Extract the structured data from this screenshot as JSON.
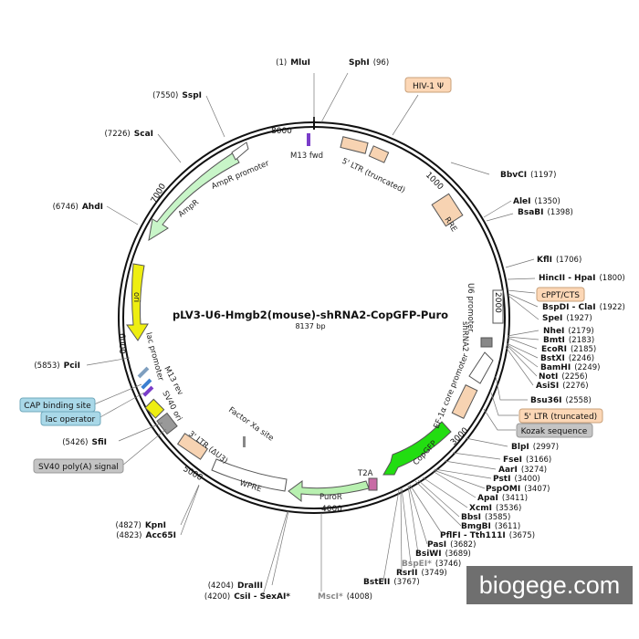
{
  "title": "pLV3-U6-Hmgb2(mouse)-shRNA2-CopGFP-Puro",
  "subtitle": "8137 bp",
  "watermark": "biogege.com",
  "ticks": [
    "1000",
    "2000",
    "3000",
    "4000",
    "5000",
    "6000",
    "7000",
    "8000"
  ],
  "features": [
    {
      "label": "M13 fwd"
    },
    {
      "label": "5' LTR (truncated)"
    },
    {
      "label": "RRE"
    },
    {
      "label": "U6 promoter"
    },
    {
      "label": "shRNA2"
    },
    {
      "label": "EF-1α core promoter"
    },
    {
      "label": "CopGFP"
    },
    {
      "label": "T2A"
    },
    {
      "label": "PuroR"
    },
    {
      "label": "WPRE"
    },
    {
      "label": "3' LTR (ΔU3)"
    },
    {
      "label": "Factor Xa site"
    },
    {
      "label": "SV40 ori"
    },
    {
      "label": "M13 rev"
    },
    {
      "label": "lac promoter"
    },
    {
      "label": "ori"
    },
    {
      "label": "AmpR"
    },
    {
      "label": "AmpR promoter"
    }
  ],
  "boxes": [
    {
      "label": "HIV-1 Ψ"
    },
    {
      "label": "cPPT/CTS"
    },
    {
      "label": "5' LTR (truncated)"
    },
    {
      "label": "Kozak sequence"
    },
    {
      "label": "CAP binding site"
    },
    {
      "label": "lac operator"
    },
    {
      "label": "SV40 poly(A) signal"
    }
  ],
  "sites": [
    {
      "pos": "(1)",
      "name": "MluI"
    },
    {
      "name": "SphI",
      "pos": "(96)"
    },
    {
      "name": "BbvCI",
      "pos": "(1197)"
    },
    {
      "name": "AleI",
      "pos": "(1350)"
    },
    {
      "name": "BsaBI",
      "pos": "(1398)"
    },
    {
      "name": "KflI",
      "pos": "(1706)"
    },
    {
      "name": "HincII - HpaI",
      "pos": "(1800)"
    },
    {
      "name": "BspDI - ClaI",
      "pos": "(1922)"
    },
    {
      "name": "SpeI",
      "pos": "(1927)"
    },
    {
      "name": "NheI",
      "pos": "(2179)"
    },
    {
      "name": "BmtI",
      "pos": "(2183)"
    },
    {
      "name": "EcoRI",
      "pos": "(2185)"
    },
    {
      "name": "BstXI",
      "pos": "(2246)"
    },
    {
      "name": "BamHI",
      "pos": "(2249)"
    },
    {
      "name": "NotI",
      "pos": "(2256)"
    },
    {
      "name": "AsiSI",
      "pos": "(2276)"
    },
    {
      "name": "Bsu36I",
      "pos": "(2558)"
    },
    {
      "name": "BlpI",
      "pos": "(2997)"
    },
    {
      "name": "FseI",
      "pos": "(3166)"
    },
    {
      "name": "AarI",
      "pos": "(3274)"
    },
    {
      "name": "PstI",
      "pos": "(3400)"
    },
    {
      "name": "PspOMI",
      "pos": "(3407)"
    },
    {
      "name": "ApaI",
      "pos": "(3411)"
    },
    {
      "name": "XcmI",
      "pos": "(3536)"
    },
    {
      "name": "BbsI",
      "pos": "(3585)"
    },
    {
      "name": "BmgBI",
      "pos": "(3611)"
    },
    {
      "name": "PflFI - Tth111I",
      "pos": "(3675)"
    },
    {
      "name": "PasI",
      "pos": "(3682)"
    },
    {
      "name": "BsiWI",
      "pos": "(3689)"
    },
    {
      "name": "BspEI*",
      "pos": "(3746)"
    },
    {
      "name": "RsrII",
      "pos": "(3749)"
    },
    {
      "name": "BstEII",
      "pos": "(3767)"
    },
    {
      "name": "MscI*",
      "pos": "(4008)"
    },
    {
      "pos": "(4204)",
      "name": "DraIII"
    },
    {
      "pos": "(4200)",
      "name": "CsiI - SexAI*"
    },
    {
      "pos": "(4827)",
      "name": "KpnI"
    },
    {
      "pos": "(4823)",
      "name": "Acc65I"
    },
    {
      "pos": "(5426)",
      "name": "SfiI"
    },
    {
      "pos": "(5853)",
      "name": "PciI"
    },
    {
      "pos": "(6746)",
      "name": "AhdI"
    },
    {
      "pos": "(7226)",
      "name": "ScaI"
    },
    {
      "pos": "(7550)",
      "name": "SspI"
    }
  ]
}
